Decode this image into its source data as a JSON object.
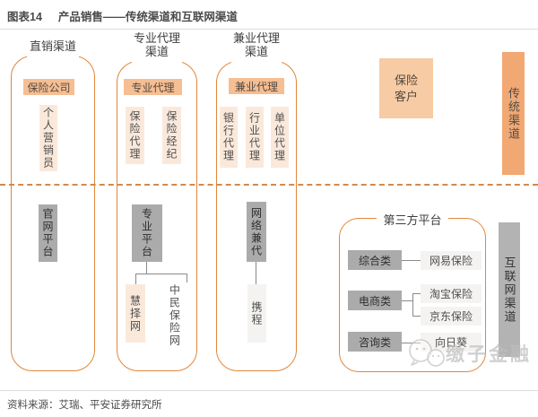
{
  "header": {
    "figure_label": "图表14",
    "chart_title": "产品销售——传统渠道和互联网渠道"
  },
  "footer": {
    "source": "资料来源：艾瑞、平安证券研究所"
  },
  "watermark": {
    "text": "缴子金融",
    "icon": "wechat-chat-bubbles"
  },
  "labels": {
    "customer": "保险客户",
    "traditional": "传统渠道",
    "internet": "互联网渠道"
  },
  "channels": [
    {
      "title": "直销渠道",
      "head": "保险公司",
      "subs": [
        "个人营销员"
      ],
      "platform": "官网平台",
      "sites": []
    },
    {
      "title": "专业代理渠道",
      "head": "专业代理",
      "subs": [
        "保险代理",
        "保险经纪"
      ],
      "platform": "专业平台",
      "sites": [
        "慧择网",
        "中民保险网"
      ]
    },
    {
      "title": "兼业代理渠道",
      "head": "兼业代理",
      "subs": [
        "银行代理",
        "行业代理",
        "单位代理"
      ],
      "platform": "网络兼代",
      "sites": [
        "携程"
      ]
    }
  ],
  "third_party": {
    "title": "第三方平台",
    "rows": [
      {
        "category": "综合类",
        "sites": [
          "网易保险"
        ]
      },
      {
        "category": "电商类",
        "sites": [
          "淘宝保险",
          "京东保险"
        ]
      },
      {
        "category": "咨询类",
        "sites": [
          "向日葵"
        ]
      }
    ]
  },
  "colors": {
    "orange_border": "#E0873C",
    "orange_fill": "#F5BE93",
    "peach_fill": "#F7CBA4",
    "orange_bar": "#F2A872",
    "beige_fill": "#FAE9DB",
    "gray_fill": "#ABABAB",
    "gray_bar": "#B3B3B3",
    "lightgray_fill": "#F4F3F1",
    "dashed_line": "#D18A4E"
  }
}
